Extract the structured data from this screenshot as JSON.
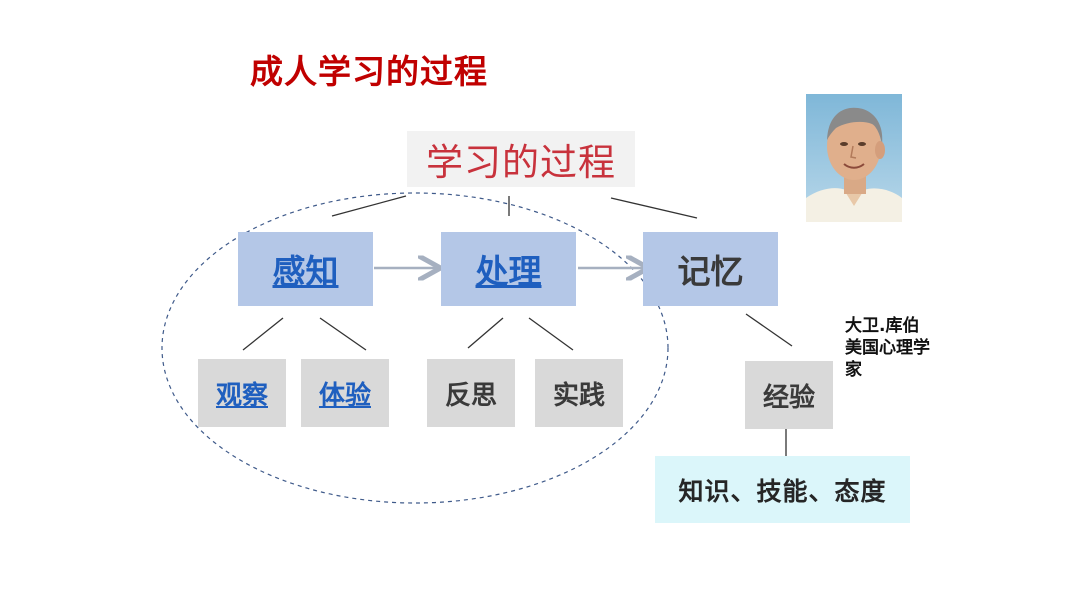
{
  "title": "成人学习的过程",
  "root": "学习的过程",
  "stages": {
    "perception": "感知",
    "processing": "处理",
    "memory": "记忆"
  },
  "leaves": {
    "observe": "观察",
    "experience": "体验",
    "reflect": "反思",
    "practice": "实践",
    "expertise": "经验"
  },
  "outcome": "知识、技能、态度",
  "caption": {
    "line1": "大卫.库伯",
    "line2": "美国心理学",
    "line3": "家"
  },
  "colors": {
    "title": "#c00000",
    "root_text": "#c8323c",
    "stage_box": "#b4c7e7",
    "leaf_box": "#d9d9d9",
    "outcome_box": "#dbf6fa",
    "link": "#1f5fbf"
  }
}
